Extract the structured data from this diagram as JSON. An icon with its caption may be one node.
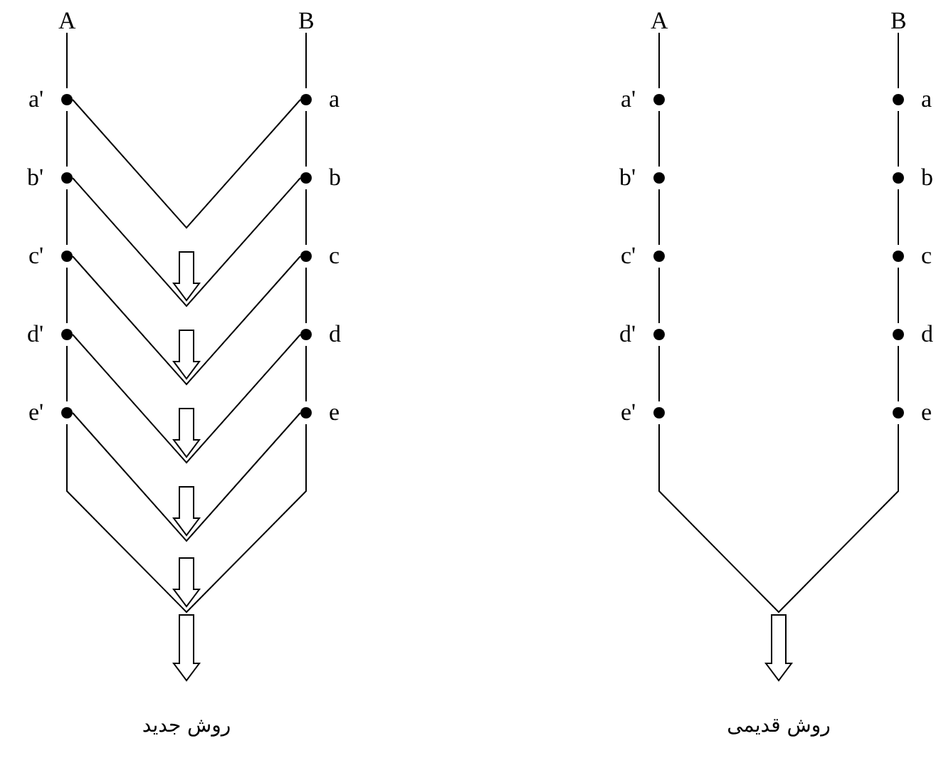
{
  "diagram": {
    "nodes": [
      {
        "text": [
          "A"
        ]
      },
      {
        "text": [
          "B"
        ]
      },
      {
        "text": [
          "a'"
        ]
      },
      {
        "text": [
          "b'"
        ]
      },
      {
        "text": [
          "c'"
        ]
      },
      {
        "text": [
          "d'"
        ]
      },
      {
        "text": [
          "e'"
        ]
      },
      {
        "text": [
          "a"
        ]
      },
      {
        "text": [
          "b"
        ]
      },
      {
        "text": [
          "c"
        ]
      },
      {
        "text": [
          "d"
        ]
      },
      {
        "text": [
          "e"
        ]
      },
      {
        "text": [
          "A"
        ]
      },
      {
        "text": [
          "B"
        ]
      },
      {
        "text": [
          "a'"
        ]
      },
      {
        "text": [
          "b'"
        ]
      },
      {
        "text": [
          "c'"
        ]
      },
      {
        "text": [
          "d'"
        ]
      },
      {
        "text": [
          "e'"
        ]
      },
      {
        "text": [
          "a"
        ]
      },
      {
        "text": [
          "b"
        ]
      },
      {
        "text": [
          "c"
        ]
      },
      {
        "text": [
          "d"
        ]
      },
      {
        "text": [
          "e"
        ]
      }
    ],
    "edges": [
      {
        "from": 0,
        "to": 2,
        "arrow": "none"
      },
      {
        "from": 2,
        "to": 3,
        "arrow": "none"
      },
      {
        "from": 3,
        "to": 4,
        "arrow": "none"
      },
      {
        "from": 4,
        "to": 5,
        "arrow": "none"
      },
      {
        "from": 5,
        "to": 6,
        "arrow": "none"
      },
      {
        "from": 1,
        "to": 7,
        "arrow": "none"
      },
      {
        "from": 7,
        "to": 8,
        "arrow": "none"
      },
      {
        "from": 8,
        "to": 9,
        "arrow": "none"
      },
      {
        "from": 9,
        "to": 10,
        "arrow": "none"
      },
      {
        "from": 10,
        "to": 11,
        "arrow": "none"
      },
      {
        "from": 2,
        "to": 7,
        "arrow": "none"
      },
      {
        "from": 3,
        "to": 8,
        "arrow": "none"
      },
      {
        "from": 4,
        "to": 9,
        "arrow": "none"
      },
      {
        "from": 5,
        "to": 10,
        "arrow": "none"
      },
      {
        "from": 6,
        "to": 11,
        "arrow": "none"
      },
      {
        "from": 6,
        "to": 11,
        "arrow": "none"
      },
      {
        "from": 12,
        "to": 14,
        "arrow": "none"
      },
      {
        "from": 14,
        "to": 15,
        "arrow": "none"
      },
      {
        "from": 15,
        "to": 16,
        "arrow": "none"
      },
      {
        "from": 16,
        "to": 17,
        "arrow": "none"
      },
      {
        "from": 17,
        "to": 18,
        "arrow": "none"
      },
      {
        "from": 13,
        "to": 19,
        "arrow": "none"
      },
      {
        "from": 19,
        "to": 20,
        "arrow": "none"
      },
      {
        "from": 20,
        "to": 21,
        "arrow": "none"
      },
      {
        "from": 21,
        "to": 22,
        "arrow": "none"
      },
      {
        "from": 22,
        "to": 23,
        "arrow": "none"
      },
      {
        "from": 18,
        "to": 23,
        "arrow": "none"
      }
    ],
    "labels": [
      "روش جدید",
      "روش قدیمی"
    ]
  }
}
